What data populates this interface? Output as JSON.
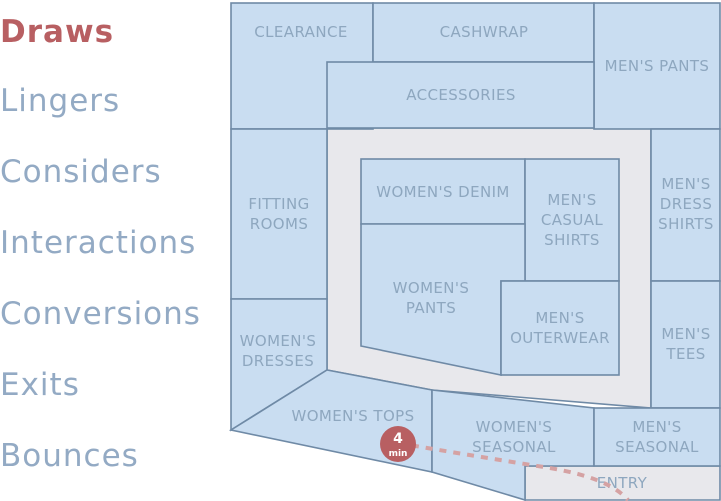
{
  "menu": {
    "items": [
      "Draws",
      "Lingers",
      "Considers",
      "Interactions",
      "Conversions",
      "Exits",
      "Bounces"
    ],
    "active": "Draws"
  },
  "colors": {
    "zone_fill": "#c9ddf1",
    "zone_stroke": "#6f8aa6",
    "aisle_fill": "#e8e8ec",
    "label": "#8ea7bf",
    "accent": "#b85f62",
    "menu_inactive": "#93aac4"
  },
  "zones": {
    "clearance": "CLEARANCE",
    "cashwrap": "CASHWRAP",
    "mens_pants": "MEN'S PANTS",
    "accessories": "ACCESSORIES",
    "fitting_rooms": [
      "FITTING",
      "ROOMS"
    ],
    "womens_denim": "WOMEN'S DENIM",
    "mens_casual_shirts": [
      "MEN'S",
      "CASUAL",
      "SHIRTS"
    ],
    "mens_dress_shirts": [
      "MEN'S",
      "DRESS",
      "SHIRTS"
    ],
    "womens_pants": [
      "WOMEN'S",
      "PANTS"
    ],
    "mens_outerwear": [
      "MEN'S",
      "OUTERWEAR"
    ],
    "mens_tees": [
      "MEN'S",
      "TEES"
    ],
    "womens_dresses": [
      "WOMEN'S",
      "DRESSES"
    ],
    "womens_tops": "WOMEN'S TOPS",
    "womens_seasonal": [
      "WOMEN'S",
      "SEASONAL"
    ],
    "mens_seasonal": [
      "MEN'S",
      "SEASONAL"
    ],
    "entry": "ENTRY"
  },
  "badge": {
    "value": "4",
    "unit": "min"
  }
}
